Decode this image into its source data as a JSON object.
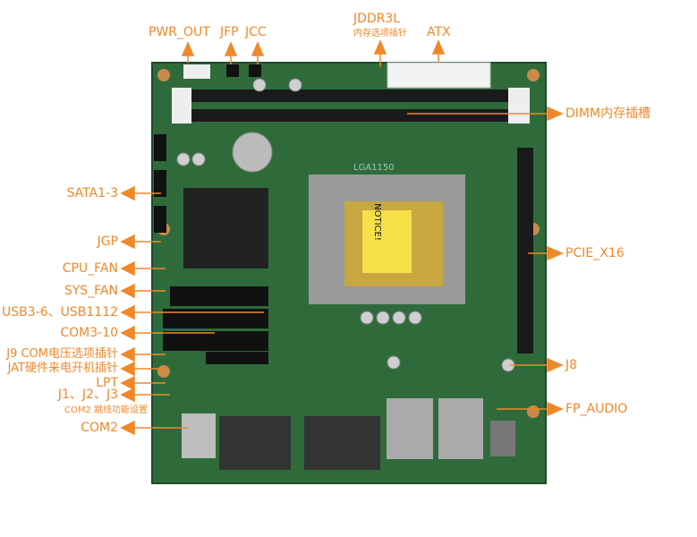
{
  "accent_color": "#f0882a",
  "board_color": "#2f6b3a",
  "top_labels": {
    "pwr_out": "PWR_OUT",
    "jfp": "JFP",
    "jcc": "JCC",
    "jddr3l": "JDDR3L",
    "jddr3l_sub": "内存选项插针",
    "atx": "ATX"
  },
  "right_labels": {
    "dimm": "DIMM内存插槽",
    "pcie": "PCIE_X16",
    "j8": "J8",
    "fp_audio": "FP_AUDIO"
  },
  "left_labels": {
    "sata": "SATA1-3",
    "jgp": "JGP",
    "cpu_fan": "CPU_FAN",
    "sys_fan": "SYS_FAN",
    "usb": "USB3-6、USB1112",
    "com3_10": "COM3-10",
    "j9": "J9 COM电压选项插针",
    "jat": "JAT硬件来电开机插针",
    "lpt": "LPT",
    "j123": "J1、J2、J3",
    "j123_sub": "COM2 跳线功能设置",
    "com2": "COM2"
  },
  "board_text": {
    "notice": "NOTICE!",
    "socket": "LGA1150"
  }
}
